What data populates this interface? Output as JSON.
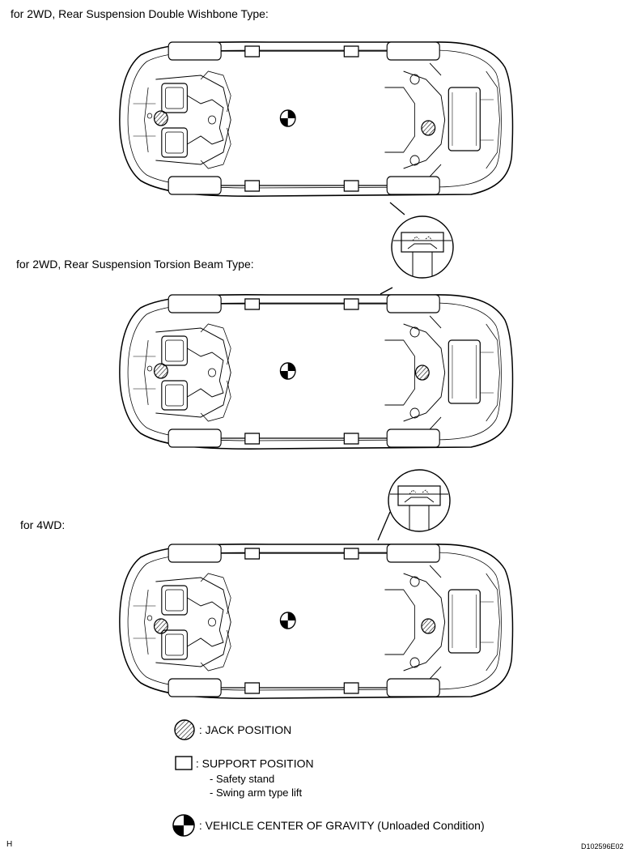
{
  "captions": {
    "double_wishbone": "for 2WD, Rear Suspension Double Wishbone Type:",
    "torsion_beam": "for 2WD, Rear Suspension Torsion Beam Type:",
    "four_wd": "for 4WD:"
  },
  "legend": {
    "jack": ": JACK POSITION",
    "support": ": SUPPORT POSITION",
    "support_sub": [
      "- Safety stand",
      "- Swing arm type lift"
    ],
    "gravity": ": VEHICLE CENTER OF GRAVITY (Unloaded Condition)"
  },
  "footer": {
    "left": "H",
    "right": "D102596E02"
  }
}
